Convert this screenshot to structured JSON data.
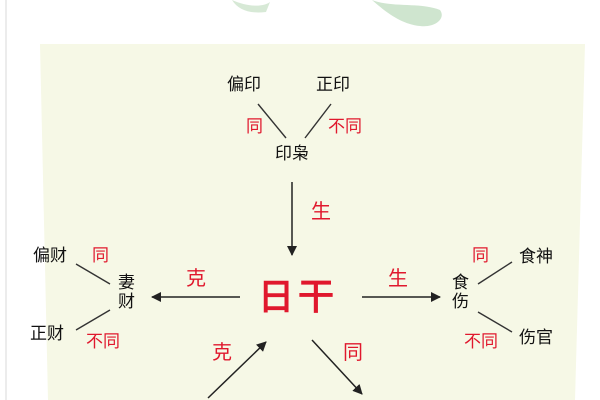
{
  "center": "日干",
  "top": {
    "group": "印枭",
    "left_item": "偏印",
    "right_item": "正印",
    "left_rel": "同",
    "right_rel": "不同",
    "arrow_label": "生"
  },
  "left": {
    "group": "妻财",
    "top_item": "偏财",
    "bottom_item": "正财",
    "top_rel": "同",
    "bottom_rel": "不同",
    "arrow_label": "克"
  },
  "right": {
    "group": "食伤",
    "top_item": "食神",
    "bottom_item": "伤官",
    "top_rel": "同",
    "bottom_rel": "不同",
    "arrow_label": "生"
  },
  "bottom_left": {
    "arrow_label": "克"
  },
  "bottom_right": {
    "arrow_label": "同"
  },
  "colors": {
    "accent_red": "#e0182d",
    "text": "#111111",
    "panel_bg": "#f6f8e6",
    "decor_green": "#cfe5cf"
  }
}
